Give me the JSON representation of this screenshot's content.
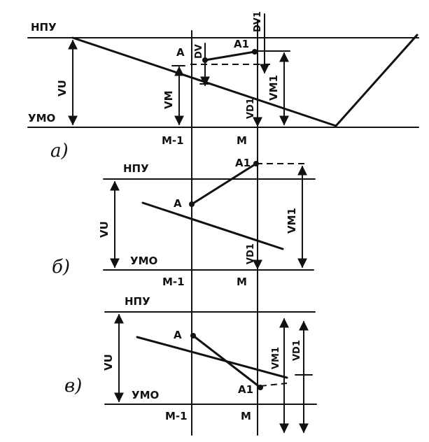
{
  "labels": {
    "npu": "НПУ",
    "umo": "УМО",
    "vu": "VU",
    "vm": "VM",
    "vm1": "VM1",
    "dv": "DV",
    "dv1": "DV1",
    "vd1": "VD1",
    "a": "A",
    "a1": "A1",
    "m": "M",
    "m_minus_1": "M-1"
  },
  "cases": {
    "a": "а)",
    "b": "б)",
    "v": "в)"
  }
}
